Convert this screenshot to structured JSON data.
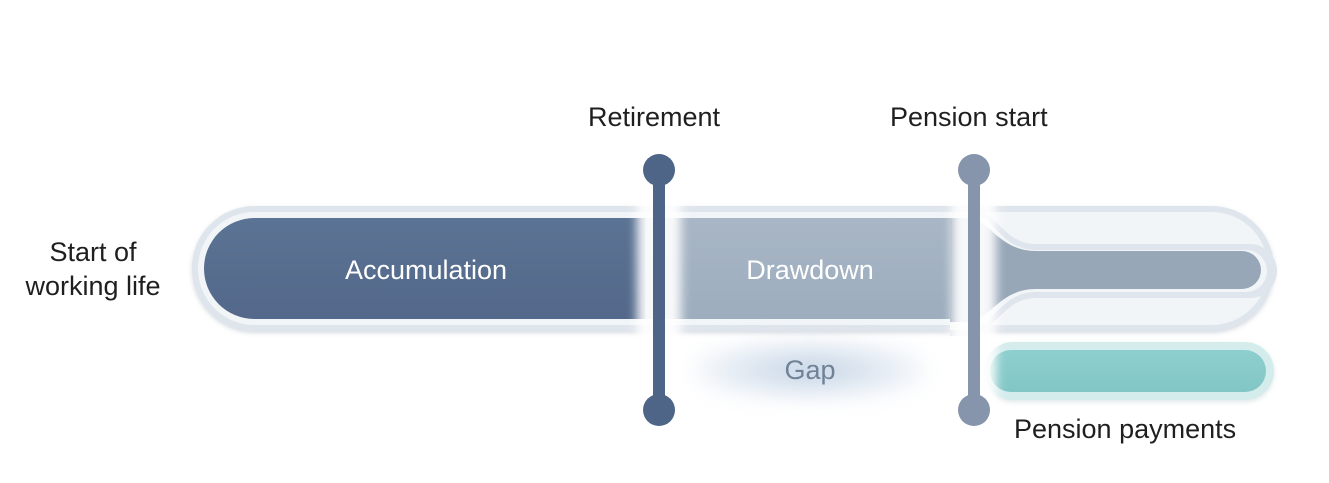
{
  "diagram": {
    "title_context": "Pension timeline",
    "background_color": "#ffffff",
    "labels": {
      "start_line1": "Start of",
      "start_line2": "working life",
      "retirement": "Retirement",
      "pension_start": "Pension start",
      "accumulation": "Accumulation",
      "drawdown": "Drawdown",
      "gap": "Gap",
      "pension_payments": "Pension payments"
    },
    "colors": {
      "accumulation": "#566f92",
      "drawdown": "#a3b2c2",
      "tail": "#93a3b5",
      "pension_payments": "#85cac9",
      "pension_payments_halo": "#d5ecec",
      "capsule_halo": "#dfe5ec",
      "marker_retirement": "#4e6588",
      "marker_pension_start": "#8695ab",
      "text_dark": "#1f1f1f",
      "text_on_bar": "#ffffff",
      "gap_text": "#6f8296"
    },
    "phases": [
      {
        "name": "Accumulation",
        "from": "Start of working life",
        "to": "Retirement"
      },
      {
        "name": "Drawdown",
        "from": "Retirement",
        "to": "Pension start"
      },
      {
        "name": "Gap",
        "from": "Retirement",
        "to": "Pension start"
      },
      {
        "name": "Pension payments",
        "from": "Pension start",
        "to": "end"
      }
    ],
    "markers": [
      {
        "name": "Retirement",
        "color": "#4e6588"
      },
      {
        "name": "Pension start",
        "color": "#8695ab"
      }
    ]
  }
}
